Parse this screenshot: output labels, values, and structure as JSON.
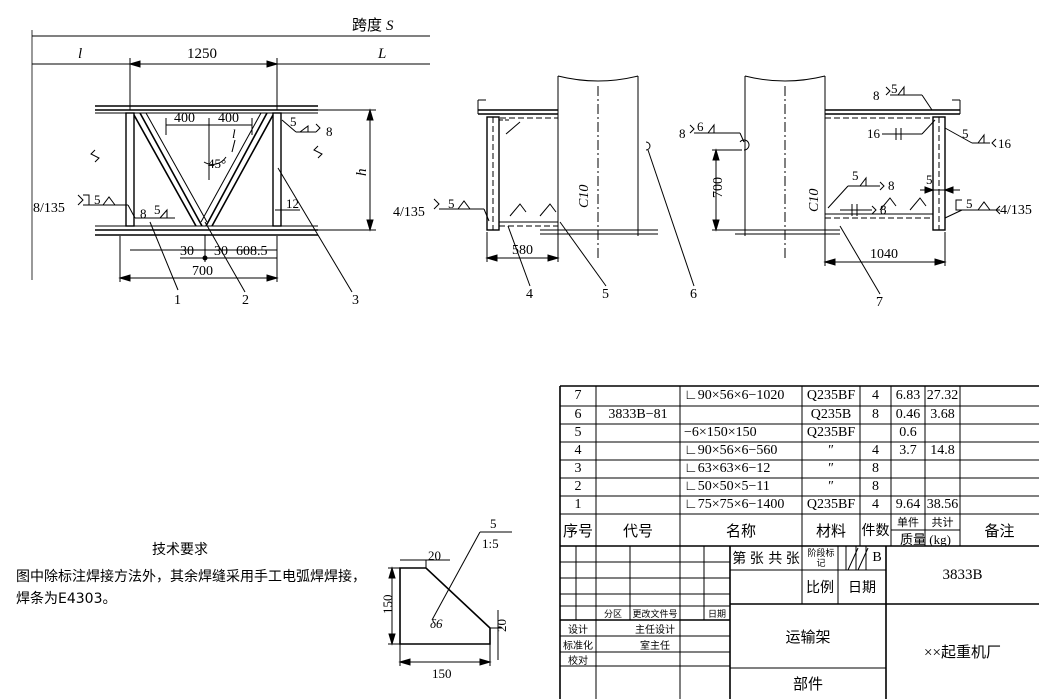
{
  "drawing": {
    "span_label": "跨度",
    "span_symbol": "S",
    "dim_l": "l",
    "dim_1250": "1250",
    "dim_L": "L",
    "dim_400a": "400",
    "dim_400b": "400",
    "dim_l2": "l",
    "angle_45": "45°",
    "dim_h": "h",
    "weld_8_135": "8/135",
    "weld_5a": "5",
    "weld_5b": "5",
    "weld_8a": "8",
    "weld_5c": "5",
    "weld_8b": "8",
    "dim_12": "12",
    "dim_30a": "30",
    "dim_30b": "30",
    "dim_608": "608.5",
    "dim_700a": "700",
    "part1": "1",
    "part2": "2",
    "part3": "3",
    "weld_4_135a": "4/135",
    "weld_5d": "5",
    "c10a": "C10",
    "dim_580": "580",
    "part4": "4",
    "part5": "5",
    "part6": "6",
    "weld_8c": "8",
    "weld_6": "6",
    "dim_700b": "700",
    "weld_8d": "8",
    "weld_5e": "5",
    "weld_16a": "16",
    "weld_5f": "5",
    "weld_16b": "16",
    "weld_5g": "5",
    "weld_8e": "8",
    "c10b": "C10",
    "weld_8f": "8",
    "dim_5": "5",
    "weld_5h": "5",
    "weld_4_135b": "4/135",
    "dim_1040": "1040",
    "part7": "7"
  },
  "detail": {
    "scale_num": "5",
    "scale_den": "1:5",
    "dim_20a": "20",
    "dim_150a": "150",
    "thickness": "δ6",
    "dim_20b": "20",
    "dim_150b": "150"
  },
  "notes": {
    "title": "技术要求",
    "line1": "图中除标注焊接方法外，其余焊缝采用手工电弧焊焊接，",
    "line2": "焊条为E4303。"
  },
  "bom": {
    "rows": [
      {
        "no": "7",
        "code": "",
        "name": "∟90×56×6−1020",
        "material": "Q235BF",
        "qty": "4",
        "unit": "6.83",
        "total": "27.32"
      },
      {
        "no": "6",
        "code": "3833B−81",
        "name": "",
        "material": "Q235B",
        "qty": "8",
        "unit": "0.46",
        "total": "3.68"
      },
      {
        "no": "5",
        "code": "",
        "name": "−6×150×150",
        "material": "Q235BF",
        "qty": "",
        "unit": "0.6",
        "total": ""
      },
      {
        "no": "4",
        "code": "",
        "name": "∟90×56×6−560",
        "material": "″",
        "qty": "4",
        "unit": "3.7",
        "total": "14.8"
      },
      {
        "no": "3",
        "code": "",
        "name": "∟63×63×6−12",
        "material": "″",
        "qty": "8",
        "unit": "",
        "total": ""
      },
      {
        "no": "2",
        "code": "",
        "name": "∟50×50×5−11",
        "material": "″",
        "qty": "8",
        "unit": "",
        "total": ""
      },
      {
        "no": "1",
        "code": "",
        "name": "∟75×75×6−1400",
        "material": "Q235BF",
        "qty": "4",
        "unit": "9.64",
        "total": "38.56"
      }
    ],
    "header": {
      "no": "序号",
      "code": "代号",
      "name": "名称",
      "material": "材料",
      "qty": "件数",
      "unit": "单件",
      "total": "共计",
      "mass": "质量 (kg)",
      "remark": "备注"
    }
  },
  "titleblock": {
    "sheet": "第 张",
    "total_sheets": "共 张",
    "stage": "阶段标记",
    "stage_mark": "B",
    "scale": "比例",
    "date": "日期",
    "drawing_no": "3833B",
    "fenqu": "分区",
    "gengai": "更改文件号",
    "riqi": "日期",
    "sheji": "设计",
    "zhuren": "主任设计",
    "biaozhun": "标准化",
    "shizhuren": "室主任",
    "jiaodui": "校对",
    "product": "运输架",
    "company": "××起重机厂",
    "category": "部件"
  }
}
